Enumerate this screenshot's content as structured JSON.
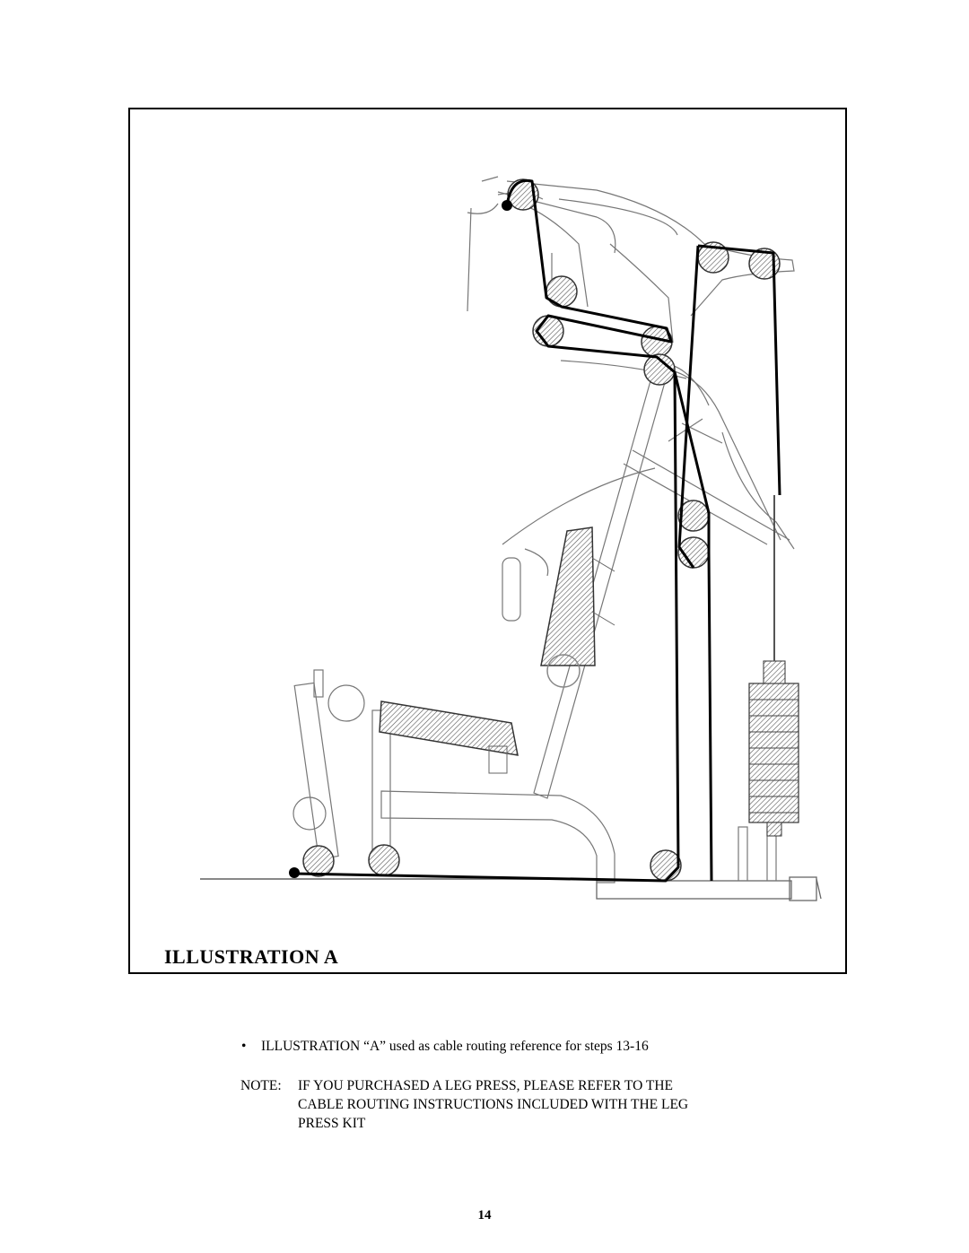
{
  "figure": {
    "title": "ILLUSTRATION A",
    "cable_start_label": "",
    "cable_end_label": ""
  },
  "caption": {
    "bullet": "•",
    "text": "ILLUSTRATION “A” used as cable routing reference for steps 13-16"
  },
  "note": {
    "label": "NOTE:",
    "lines": [
      "IF YOU PURCHASED A LEG PRESS, PLEASE REFER TO THE",
      "CABLE ROUTING INSTRUCTIONS INCLUDED WITH THE LEG",
      "PRESS KIT"
    ]
  },
  "page_number": "14"
}
